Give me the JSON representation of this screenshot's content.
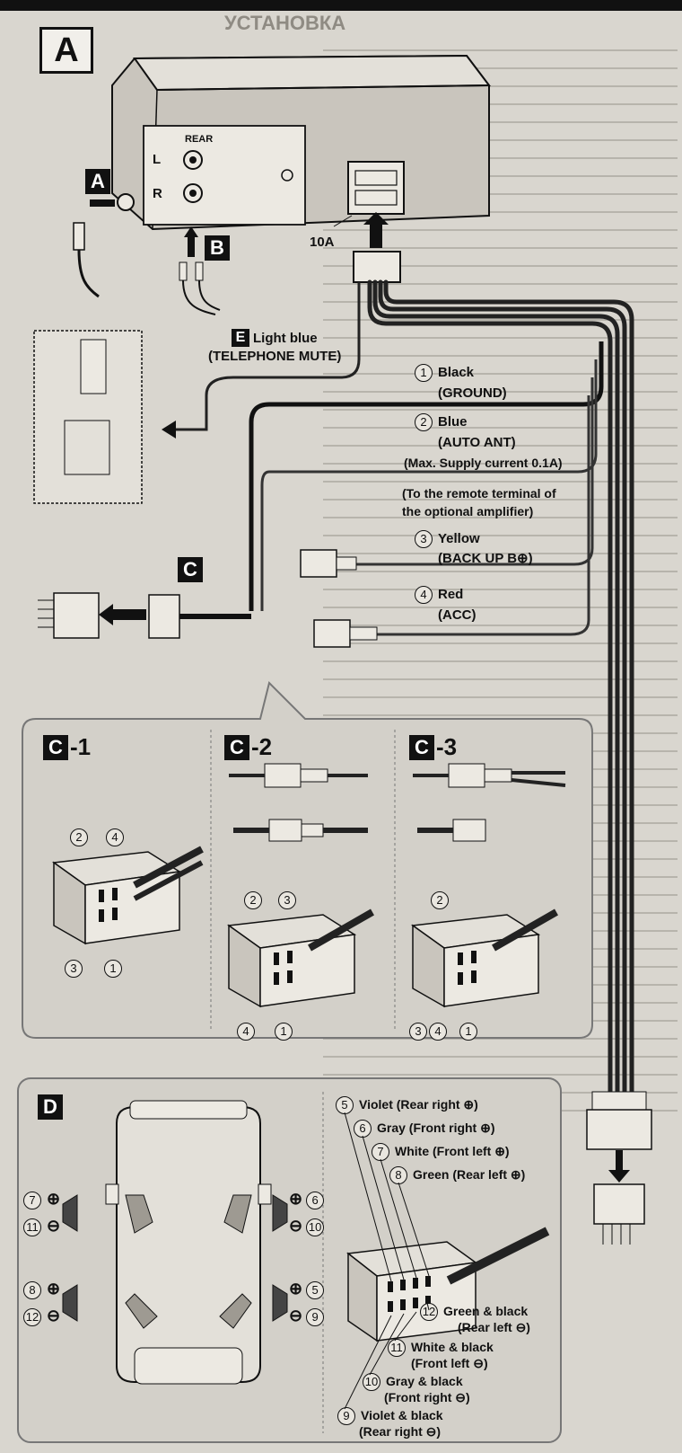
{
  "header": {
    "title_right": "УСТАНОВКА"
  },
  "figure": {
    "main_label": "A"
  },
  "unit": {
    "rear_label": "REAR",
    "left_label": "L",
    "right_label": "R",
    "fuse_label": "10A"
  },
  "callouts": {
    "a": "A",
    "b": "B",
    "c": "C",
    "d": "D",
    "e": {
      "letter": "E",
      "text": "Light blue",
      "sub": "(TELEPHONE MUTE)"
    }
  },
  "wires": [
    {
      "num": "1",
      "color": "Black",
      "function": "(GROUND)"
    },
    {
      "num": "2",
      "color": "Blue",
      "function": "(AUTO ANT)",
      "note": "(Max. Supply current 0.1A)"
    },
    {
      "num": "3",
      "color": "Yellow",
      "function": "(BACK UP B⊕)"
    },
    {
      "num": "4",
      "color": "Red",
      "function": "(ACC)"
    }
  ],
  "remote_note": {
    "line1": "(To the remote terminal of",
    "line2": "the optional amplifier)"
  },
  "panels_c": [
    {
      "letter": "C",
      "suffix": "-1",
      "nums": [
        "2",
        "4",
        "3",
        "1"
      ]
    },
    {
      "letter": "C",
      "suffix": "-2",
      "nums": [
        "2",
        "3",
        "4",
        "1"
      ]
    },
    {
      "letter": "C",
      "suffix": "-3",
      "nums": [
        "2",
        "3",
        "4",
        "1"
      ]
    }
  ],
  "speakers_left": [
    {
      "plus": "7",
      "minus": "11"
    },
    {
      "plus": "8",
      "minus": "12"
    }
  ],
  "speakers_right": [
    {
      "plus": "6",
      "minus": "10"
    },
    {
      "plus": "5",
      "minus": "9"
    }
  ],
  "speaker_wires_top": [
    {
      "num": "5",
      "text": "Violet (Rear right ⊕)"
    },
    {
      "num": "6",
      "text": "Gray (Front right ⊕)"
    },
    {
      "num": "7",
      "text": "White (Front left ⊕)"
    },
    {
      "num": "8",
      "text": "Green (Rear left ⊕)"
    }
  ],
  "speaker_wires_bottom": [
    {
      "num": "12",
      "line1": "Green & black",
      "line2": "(Rear left ⊖)"
    },
    {
      "num": "11",
      "line1": "White & black",
      "line2": "(Front left ⊖)"
    },
    {
      "num": "10",
      "line1": "Gray & black",
      "line2": "(Front right ⊖)"
    },
    {
      "num": "9",
      "line1": "Violet & black",
      "line2": "(Rear right ⊖)"
    }
  ],
  "colors": {
    "harness": "#2a2a2a",
    "panel_bg": "#d3d0c9",
    "badge": "#111111"
  }
}
